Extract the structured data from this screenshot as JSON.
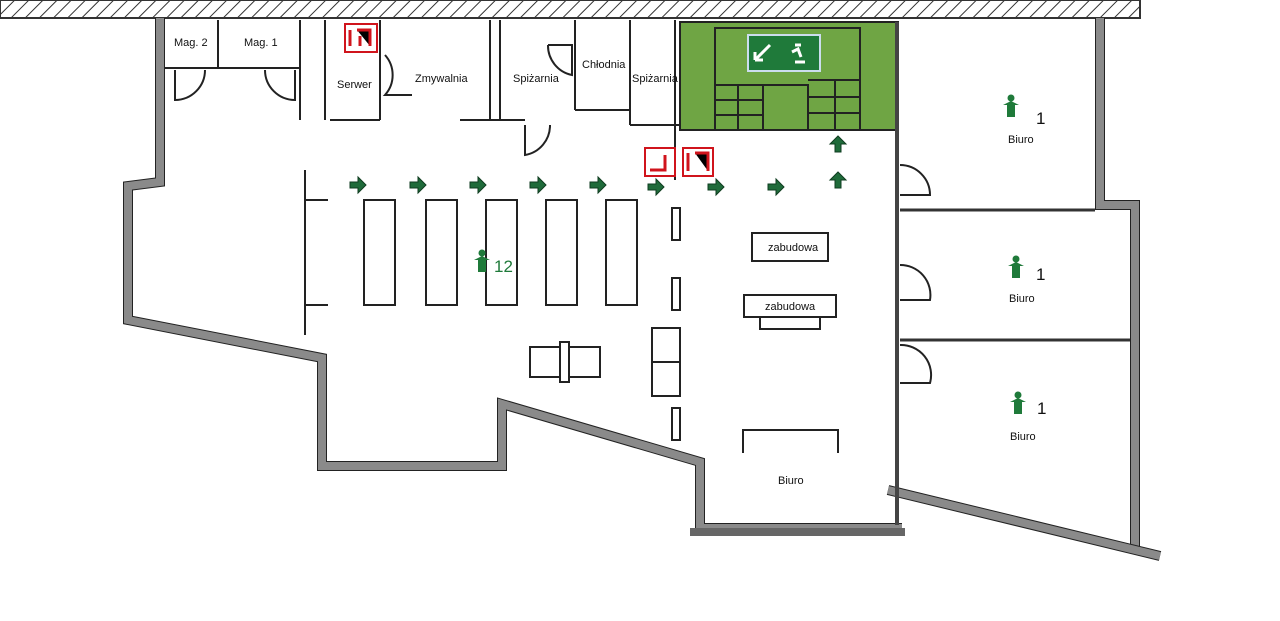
{
  "rooms": {
    "mag2": "Mag. 2",
    "mag1": "Mag. 1",
    "server": "Serwer",
    "scullery": "Zmywalnia",
    "pantry1": "Spiżarnia",
    "cold_room": "Chłodnia",
    "pantry2": "Spiżarnia",
    "office_top": "Biuro",
    "office_mid": "Biuro",
    "office_low": "Biuro",
    "office_bottom": "Biuro"
  },
  "fixtures": {
    "built_in_1": "zabudowa",
    "built_in_2": "zabudowa"
  },
  "occupancy": {
    "main_hall": "12",
    "office_top": "1",
    "office_mid": "1",
    "office_low": "1"
  },
  "colors": {
    "stair_green": "#6fa544",
    "sign_green": "#1f7a3a",
    "wall_gray": "#8a8a8a",
    "fire_red": "#d0141c"
  }
}
